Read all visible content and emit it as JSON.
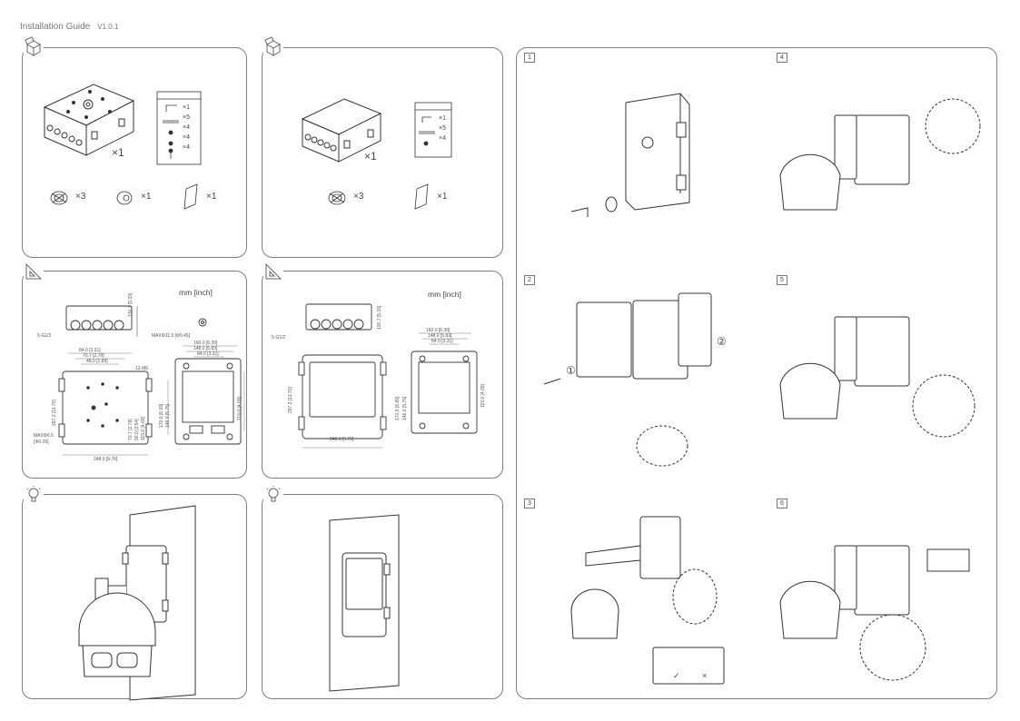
{
  "header": {
    "title": "Installation Guide",
    "version": "V1.0.1"
  },
  "package_a": {
    "qty_box": "×1",
    "bag_items": [
      "×1",
      "×5",
      "×4",
      "×4",
      "×4"
    ],
    "qty_gland": "×3",
    "qty_ring": "×1",
    "qty_pad": "×1"
  },
  "package_b": {
    "qty_box": "×1",
    "bag_items": [
      "×1",
      "×5",
      "×4"
    ],
    "qty_gland": "×3",
    "qty_pad": "×1"
  },
  "dims_a": {
    "unit": "mm [inch]",
    "thread": "5-G1/2",
    "height_top": "130.7 [5.15]",
    "max_hole": "MAXΦ11.5 [Φ0.45]",
    "w1": "84.0 [3.31]",
    "w2": "70.7 [2.78]",
    "w3": "48.0 [1.89]",
    "screw": "12-M6",
    "h_main": "297.2 [11.70]",
    "max_small": "MAXΦ6.5",
    "max_small_in": "[Φ0.26]",
    "h1": "70.7 [2.78]",
    "h2": "90.0 [3.54]",
    "h3": "119.0 [4.69]",
    "w_bottom": "248.0 [9.76]",
    "r_w1": "160.0 [6.30]",
    "r_w2": "148.0 [5.83]",
    "r_w3": "84.0 [3.31]",
    "r_h1": "170.0 [6.69]",
    "r_h2": "146.0 [5.75]",
    "r_h3": "119.0 [4.69]"
  },
  "dims_b": {
    "unit": "mm [inch]",
    "thread": "5-G1/2",
    "height_top": "130.7 [5.15]",
    "h_main": "297.2 [11.70]",
    "w_bottom": "248.0 [9.76]",
    "r_w1": "160.0 [6.30]",
    "r_w2": "148.0 [5.83]",
    "r_w3": "84.0 [3.31]",
    "r_h1": "170.0 [6.69]",
    "r_h2": "146.0 [5.75]",
    "r_h3": "119.0 [4.69]"
  },
  "steps": [
    "1",
    "2",
    "3",
    "4",
    "5",
    "6"
  ],
  "step2_markers": [
    "①",
    "②"
  ],
  "step3_tip": {
    "ok": "✓",
    "bad": "×"
  },
  "colors": {
    "border": "#7d7d7d",
    "line": "#333333",
    "text": "#444444"
  },
  "icons": [
    "open-box-icon",
    "set-square-icon",
    "lightbulb-icon"
  ]
}
